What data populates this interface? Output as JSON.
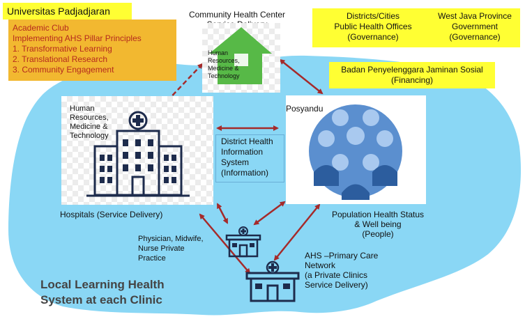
{
  "university": {
    "name": "Universitas Padjadjaran"
  },
  "academic_club": {
    "title_line1": "Academic Club",
    "title_line2": "Implementing AHS Pillar Principles",
    "principles": [
      "1.   Transformative Learning",
      "2.   Translational Research",
      "3.   Community Engagement"
    ]
  },
  "community_health_center": {
    "line1": "Community Health Center",
    "line2": "Service Delivery",
    "inner_label": [
      "Human",
      "Resources,",
      "Medicine &",
      "Technology"
    ]
  },
  "districts_offices": {
    "line1": "Districts/Cities",
    "line2": "Public Health Offices",
    "line3": "(Governance)"
  },
  "west_java": {
    "line1": "West Java Province",
    "line2": "Government",
    "line3": "(Governance)"
  },
  "bpjs": {
    "line1": "Badan Penyelenggara Jaminan Sosial",
    "line2": "(Financing)"
  },
  "hospital_card": {
    "inner_label": [
      "Human",
      "Resources,",
      "Medicine &",
      "Technology"
    ]
  },
  "hospitals_label": "Hospitals (Service Delivery)",
  "dhis": {
    "line1": "District Health",
    "line2": "Information",
    "line3": "System",
    "line4": "(Information)"
  },
  "posyandu": {
    "label": "Posyandu"
  },
  "population": {
    "line1": "Population Health Status",
    "line2": "& Well being",
    "line3": "(People)"
  },
  "private_practice": {
    "line1": "Physician, Midwife,",
    "line2": "Nurse  Private",
    "line3": "Practice"
  },
  "ahs_network": {
    "line1": "AHS –Primary Care",
    "line2": "Network",
    "line3": "(a Private Clinics",
    "line4": "Service Delivery)"
  },
  "local_learning": {
    "line1": "Local Learning Health",
    "line2": "System at each Clinic"
  },
  "colors": {
    "sky_blob": "#8ad7f5",
    "arrow_red": "#a52a2a",
    "green_house": "#57b947",
    "orange_box": "#f2b830",
    "yellow_box": "#ffff33",
    "red_text": "#b52a1e",
    "people_blue": "#5b8fcf",
    "dark_icon": "#1d2b4c",
    "dhis_border": "#6aaed6"
  }
}
